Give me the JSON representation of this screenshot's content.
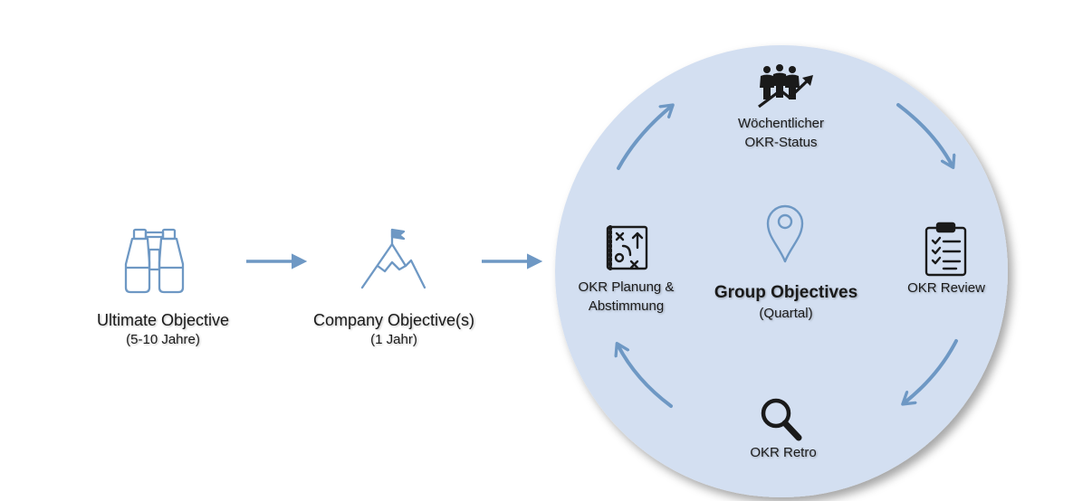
{
  "colors": {
    "circle_fill": "#d3dff1",
    "arrow": "#6e98c4",
    "icon_outline": "#6e98c4",
    "icon_dark": "#1a1a1a",
    "text": "#1a1a1a"
  },
  "stages": [
    {
      "title": "Ultimate Objective",
      "subtitle": "(5-10 Jahre)",
      "icon": "binoculars-icon"
    },
    {
      "title": "Company Objective(s)",
      "subtitle": "(1 Jahr)",
      "icon": "mountain-flag-icon"
    }
  ],
  "cycle": {
    "center": {
      "title": "Group Objectives",
      "subtitle": "(Quartal)",
      "icon": "location-pin-icon"
    },
    "weekly": {
      "line1": "Wöchentlicher",
      "line2": "OKR-Status",
      "icon": "team-growth-icon"
    },
    "review": {
      "label": "OKR Review",
      "icon": "clipboard-checklist-icon"
    },
    "retro": {
      "label": "OKR Retro",
      "icon": "magnifier-icon"
    },
    "planning": {
      "line1": "OKR Planung &",
      "line2": "Abstimmung",
      "icon": "strategy-board-icon"
    }
  }
}
